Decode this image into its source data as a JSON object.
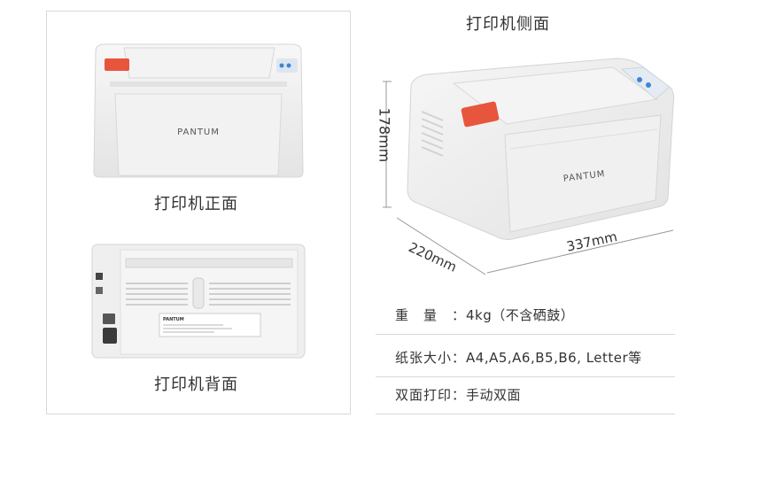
{
  "views": {
    "front": {
      "caption": "打印机正面",
      "brand": "PANTUM"
    },
    "back": {
      "caption": "打印机背面",
      "label_brand": "PANTUM"
    },
    "side": {
      "caption": "打印机侧面",
      "brand": "PANTUM"
    }
  },
  "dimensions": {
    "height": "178mm",
    "depth": "220mm",
    "width": "337mm"
  },
  "specs": [
    {
      "label": "重　量　：",
      "value": "4kg（不含硒鼓）"
    },
    {
      "label": "纸张大小：",
      "value": "A4,A5,A6,B5,B6, Letter等"
    },
    {
      "label": "双面打印：",
      "value": "手动双面"
    }
  ],
  "colors": {
    "accent_red": "#e8553d",
    "accent_blue": "#3b86d8",
    "printer_body": "#eeeeee"
  }
}
